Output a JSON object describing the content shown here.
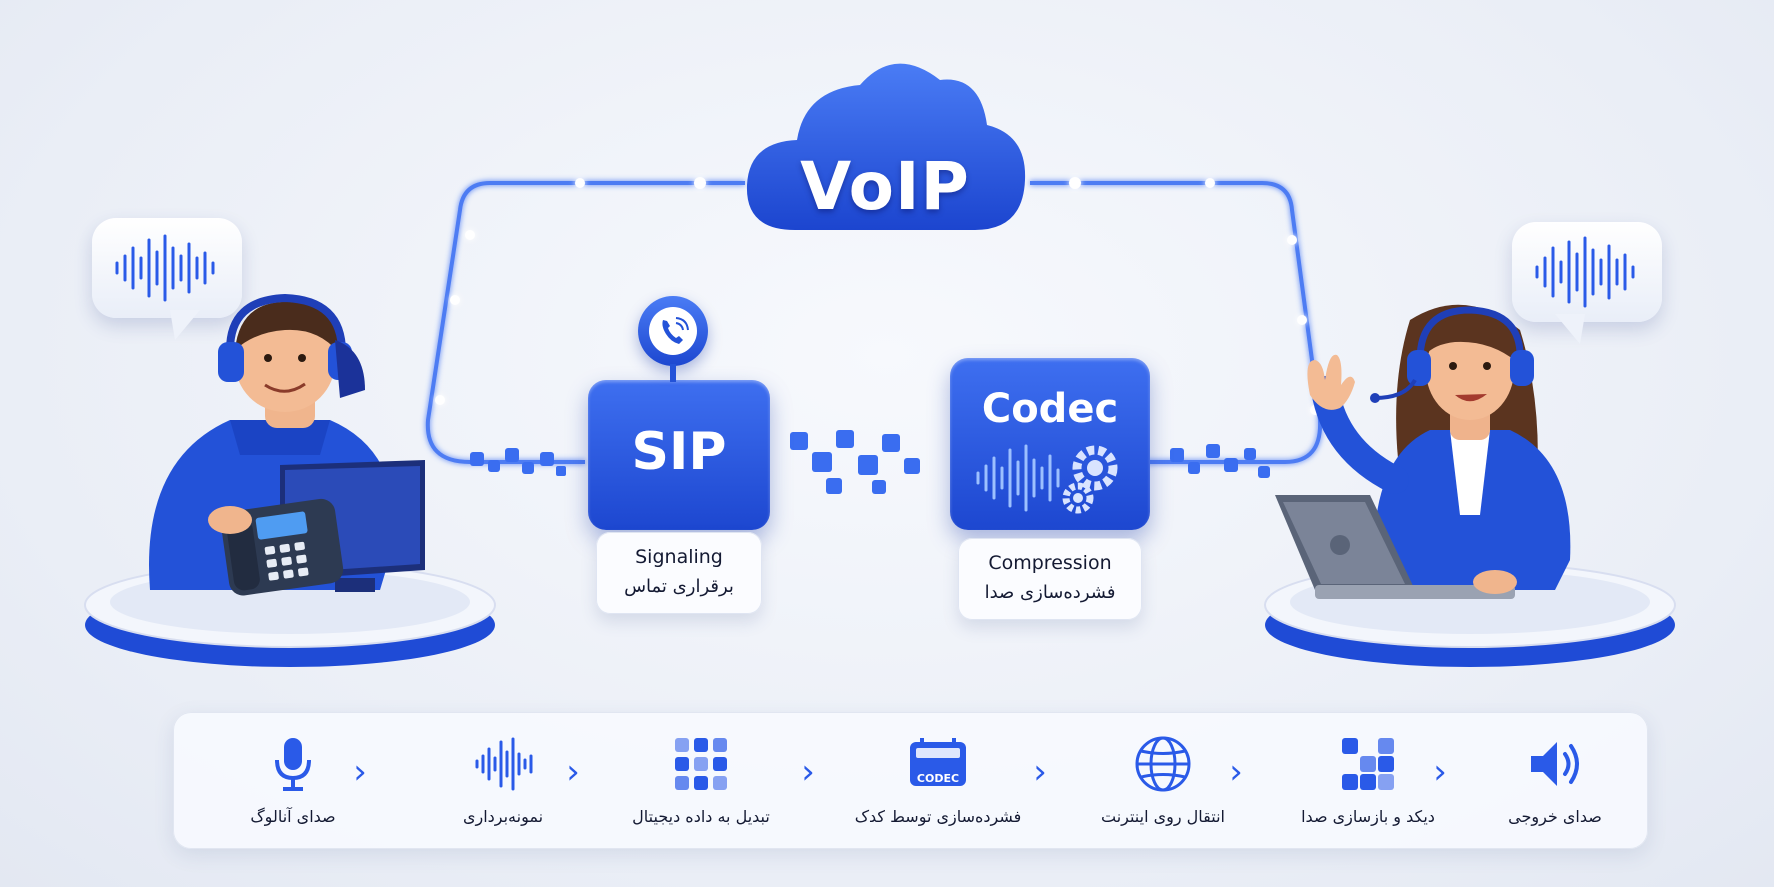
{
  "cloud": {
    "label": "VoIP"
  },
  "sip": {
    "title": "SIP",
    "subtitle_en": "Signaling",
    "subtitle_fa": "برقراری تماس",
    "icon": "phone-icon"
  },
  "codec": {
    "title": "Codec",
    "subtitle_en": "Compression",
    "subtitle_fa": "فشرده‌سازی صدا",
    "icon": "gear-icon"
  },
  "pipeline": {
    "steps": [
      {
        "label": "صدای آنالوگ",
        "icon": "microphone-icon"
      },
      {
        "label": "نمونه‌برداری",
        "icon": "waveform-icon"
      },
      {
        "label": "تبدیل به داده دیجیتال",
        "icon": "grid-icon"
      },
      {
        "label": "فشرده‌سازی توسط کدک",
        "icon": "codec-chip-icon",
        "icon_text": "CODEC"
      },
      {
        "label": "انتقال روی اینترنت",
        "icon": "globe-icon"
      },
      {
        "label": "دیکد و بازسازی صدا",
        "icon": "blocks-icon"
      },
      {
        "label": "صدای خروجی",
        "icon": "speaker-icon"
      }
    ]
  },
  "colors": {
    "accent": "#2a5ae8",
    "accent_dark": "#1d47d0",
    "text": "#141a33",
    "background": "#eaeef6"
  }
}
